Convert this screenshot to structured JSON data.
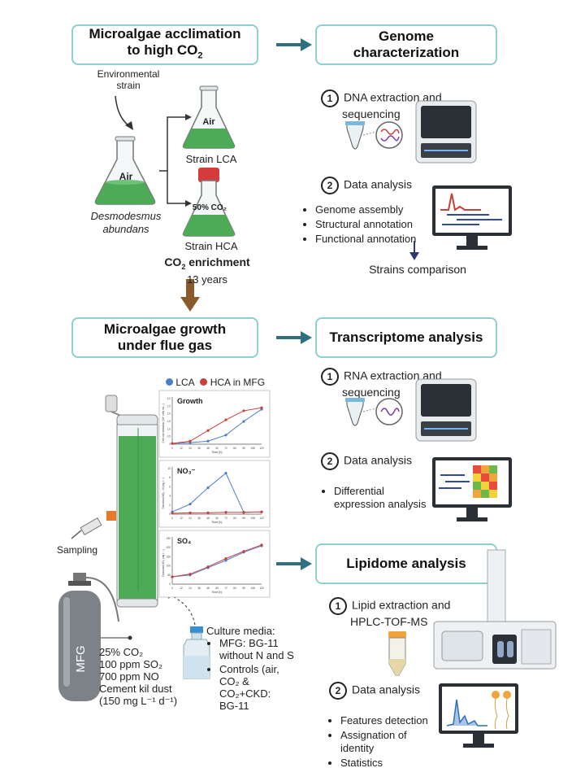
{
  "sections": {
    "acclimation": {
      "title_line1": "Microalgae acclimation",
      "title_line2": "to high CO",
      "title_sub": "2"
    },
    "genome": {
      "title_line1": "Genome",
      "title_line2": "characterization"
    },
    "growth": {
      "title_line1": "Microalgae growth",
      "title_line2": "under flue gas"
    },
    "transcriptome": {
      "title": "Transcriptome analysis"
    },
    "lipidome": {
      "title": "Lipidome analysis"
    }
  },
  "acclimation": {
    "env_line1": "Environmental",
    "env_line2": "strain",
    "flask_air": "Air",
    "species_line1": "Desmodesmus",
    "species_line2": "abundans",
    "flask_lca": "Air",
    "strain_lca": "Strain LCA",
    "flask_hca": "50% CO₂",
    "strain_hca": "Strain HCA",
    "enrichment_main": "CO",
    "enrichment_sub": "2",
    "enrichment_rest": " enrichment",
    "years": "13 years"
  },
  "genome": {
    "step1_num": "1",
    "step1_line1": "DNA extraction and",
    "step1_line2": "sequencing",
    "step2_num": "2",
    "step2_label": "Data analysis",
    "bullets": [
      "Genome assembly",
      "Structural annotation",
      "Functional annotation"
    ],
    "comparison": "Strains comparison"
  },
  "transcriptome": {
    "step1_num": "1",
    "step1_line1": "RNA extraction and",
    "step1_line2": "sequencing",
    "step2_num": "2",
    "step2_label": "Data analysis",
    "bullet_line1": "Differential",
    "bullet_line2": "expression analysis"
  },
  "lipidome": {
    "step1_num": "1",
    "step1_line1": "Lipid extraction and",
    "step1_line2": "HPLC-TOF-MS",
    "step2_num": "2",
    "step2_label": "Data analysis",
    "bullets": [
      "Features detection",
      "Assignation of",
      "identity",
      "Statistics"
    ]
  },
  "growth": {
    "sampling": "Sampling",
    "cylinder_label": "MFG",
    "gas_lines": [
      "25% CO₂",
      "100 ppm SO₂",
      "700 ppm NO",
      "Cement kil dust",
      "(150 mg L⁻¹ d⁻¹)"
    ],
    "media_title": "Culture media:",
    "media_bullet1_line1": "MFG: BG-11",
    "media_bullet1_line2": "without N and S",
    "media_bullet2_line1": "Controls (air,",
    "media_bullet2_line2": "CO₂ & CO₂+CKD:",
    "media_bullet2_line3": "BG-11"
  },
  "legend": {
    "lca": "LCA",
    "hca": "HCA in MFG"
  },
  "colors": {
    "lca": "#4a7fc9",
    "hca": "#c9403a",
    "accent_box": "#8fcfcf",
    "arrow": "#2e6f80",
    "down_arrow": "#8a5a2b",
    "culture_green": "#4daa57"
  },
  "chart_data": [
    {
      "type": "line",
      "title": "Growth",
      "xlabel": "Time (h)",
      "ylabel": "Cell concentration (10⁶ cells mL⁻¹)",
      "x": [
        0,
        12,
        24,
        36,
        48,
        60,
        72,
        84,
        96,
        108,
        120
      ],
      "x_ticks": [
        "0",
        "12",
        "24",
        "36",
        "48",
        "60",
        "72",
        "84",
        "96",
        "108",
        "120"
      ],
      "y_ticks": [
        "0",
        "0.5",
        "1.0",
        "1.5",
        "2.0",
        "2.5",
        "3.0"
      ],
      "ylim": [
        0,
        3
      ],
      "series": [
        {
          "name": "LCA",
          "x": [
            0,
            24,
            48,
            72,
            96,
            120
          ],
          "values": [
            0.05,
            0.1,
            0.2,
            0.6,
            1.5,
            2.3
          ]
        },
        {
          "name": "HCA in MFG",
          "x": [
            0,
            24,
            48,
            72,
            96,
            120
          ],
          "values": [
            0.05,
            0.2,
            0.9,
            1.6,
            2.2,
            2.4
          ]
        }
      ]
    },
    {
      "type": "line",
      "title": "NO₃⁻",
      "xlabel": "Time (h)",
      "ylabel": "Dissolved NO₃⁻-N (mg L⁻¹)",
      "x": [
        0,
        12,
        24,
        36,
        48,
        60,
        72,
        84,
        96,
        108,
        120
      ],
      "x_ticks": [
        "0",
        "12",
        "24",
        "36",
        "48",
        "60",
        "72",
        "84",
        "96",
        "108",
        "120"
      ],
      "y_ticks": [
        "0",
        "2",
        "4",
        "6",
        "8",
        "10"
      ],
      "ylim": [
        0,
        10
      ],
      "series": [
        {
          "name": "LCA",
          "x": [
            0,
            24,
            48,
            72,
            96,
            120
          ],
          "values": [
            0.5,
            2.2,
            5.8,
            9.0,
            0.4,
            0.5
          ]
        },
        {
          "name": "HCA in MFG",
          "x": [
            0,
            24,
            48,
            72,
            96,
            120
          ],
          "values": [
            0.2,
            0.3,
            0.3,
            0.4,
            0.4,
            0.5
          ]
        }
      ]
    },
    {
      "type": "line",
      "title": "SO₄",
      "xlabel": "Time (h)",
      "ylabel": "Dissolved SO₄ (mg L⁻¹)",
      "x": [
        0,
        12,
        24,
        36,
        48,
        60,
        72,
        84,
        96,
        108,
        120
      ],
      "x_ticks": [
        "0",
        "12",
        "24",
        "36",
        "48",
        "60",
        "72",
        "84",
        "96",
        "108",
        "120"
      ],
      "y_ticks": [
        "0",
        "50",
        "100",
        "150",
        "200",
        "250"
      ],
      "ylim": [
        0,
        250
      ],
      "series": [
        {
          "name": "LCA",
          "x": [
            0,
            24,
            48,
            72,
            96,
            120
          ],
          "values": [
            40,
            50,
            90,
            130,
            175,
            210
          ]
        },
        {
          "name": "HCA in MFG",
          "x": [
            0,
            24,
            48,
            72,
            96,
            120
          ],
          "values": [
            40,
            55,
            95,
            140,
            180,
            215
          ]
        }
      ]
    }
  ]
}
